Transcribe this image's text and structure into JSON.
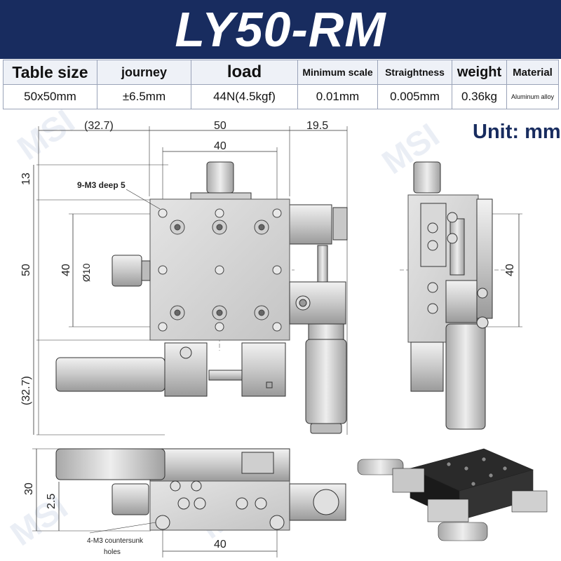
{
  "title": "LY50-RM",
  "specs": {
    "headers": [
      "Table size",
      "journey",
      "load",
      "Minimum scale",
      "Straightness",
      "weight",
      "Material"
    ],
    "values": [
      "50x50mm",
      "±6.5mm",
      "44N(4.5kgf)",
      "0.01mm",
      "0.005mm",
      "0.36kg",
      "Aluminum alloy"
    ]
  },
  "unit_label": "Unit: mm",
  "dimensions": {
    "top_left_offset": "(32.7)",
    "top_width": "50",
    "top_right_offset": "19.5",
    "hole_spacing_top": "40",
    "left_top_margin": "13",
    "left_height": "50",
    "hole_spacing_left": "40",
    "micrometer_dia": "Ø10",
    "left_bottom_offset": "(32.7)",
    "side_spacing": "40",
    "height_total": "30",
    "base_height": "2.5",
    "bottom_spacing": "40"
  },
  "notes": {
    "top_holes": "9-M3 deep 5",
    "bottom_holes_line1": "4-M3 countersunk",
    "bottom_holes_line2": "holes"
  },
  "watermark": "MSI",
  "colors": {
    "brand": "#182c5f",
    "line": "#333333"
  }
}
